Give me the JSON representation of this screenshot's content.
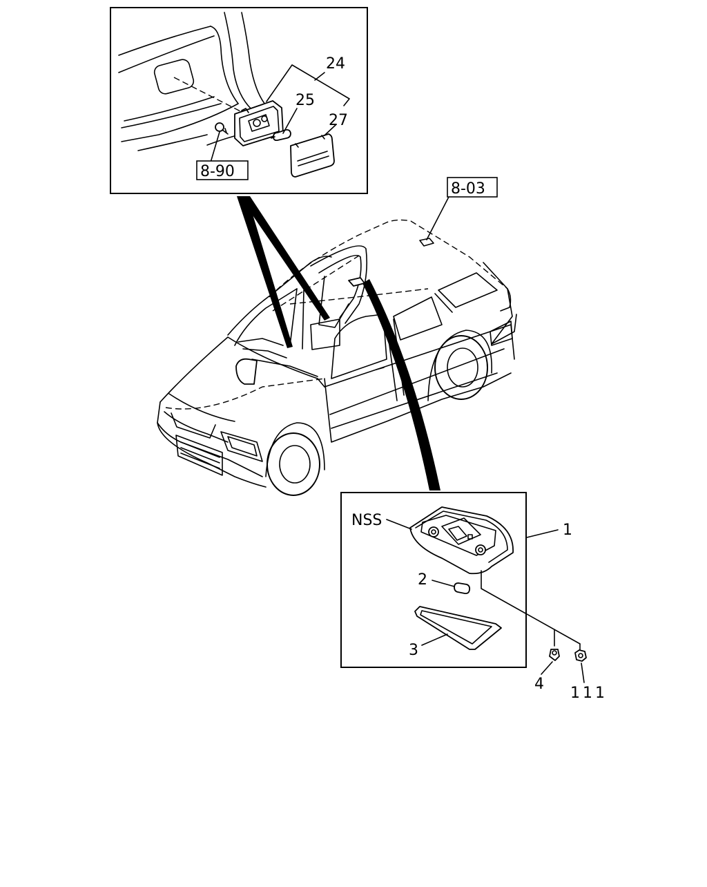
{
  "callouts": {
    "top_detail": {
      "part_24": "24",
      "part_25": "25",
      "part_27": "27",
      "ref_8_90": "8-90"
    },
    "vehicle": {
      "ref_8_03": "8-03"
    },
    "bottom_detail": {
      "nss": "NSS",
      "part_1": "1",
      "part_2": "2",
      "part_3": "3",
      "part_4": "4",
      "part_111": "111"
    }
  }
}
